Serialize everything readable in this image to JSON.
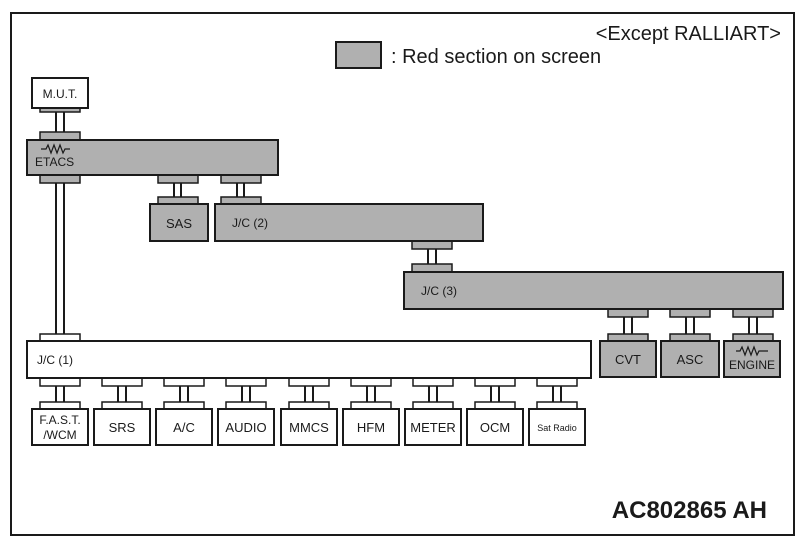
{
  "header": {
    "variant_note": "<Except RALLIART>",
    "legend_text": ": Red section on screen"
  },
  "figure_code": "AC802865 AH",
  "modules": {
    "mut": "M.U.T.",
    "etacs": "ETACS",
    "sas": "SAS",
    "jc2": "J/C (2)",
    "jc3": "J/C (3)",
    "jc1": "J/C (1)",
    "cvt": "CVT",
    "asc": "ASC",
    "engine": "ENGINE",
    "fast_line1": "F.A.S.T.",
    "fast_line2": "/WCM",
    "srs": "SRS",
    "ac": "A/C",
    "audio": "AUDIO",
    "mmcs": "MMCS",
    "hfm": "HFM",
    "meter": "METER",
    "ocm": "OCM",
    "sat_radio": "Sat Radio"
  },
  "colors": {
    "highlight": "#b0b0b0",
    "line": "#1a1a1a",
    "background": "#ffffff"
  }
}
